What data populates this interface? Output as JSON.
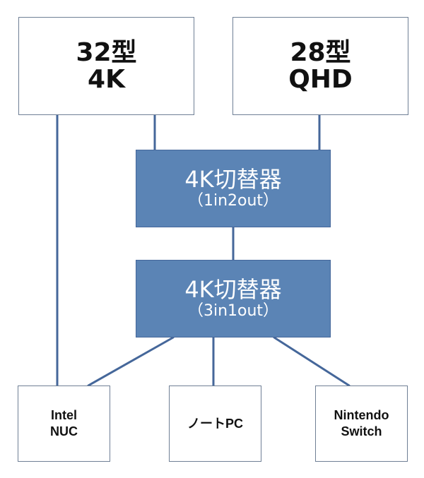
{
  "monitors": {
    "left": {
      "line1": "32型",
      "line2": "4K"
    },
    "right": {
      "line1": "28型",
      "line2": "QHD"
    }
  },
  "switches": {
    "upper": {
      "title": "4K切替器",
      "subtitle": "（1in2out）"
    },
    "lower": {
      "title": "4K切替器",
      "subtitle": "（3in1out）"
    }
  },
  "devices": {
    "nuc": {
      "line1": "Intel",
      "line2": "NUC"
    },
    "laptop": {
      "line1": "ノートPC"
    },
    "switch": {
      "line1": "Nintendo",
      "line2": "Switch"
    }
  },
  "colors": {
    "switch_fill": "#5b84b5",
    "connector": "#45679a",
    "box_border": "#6f7f95"
  }
}
